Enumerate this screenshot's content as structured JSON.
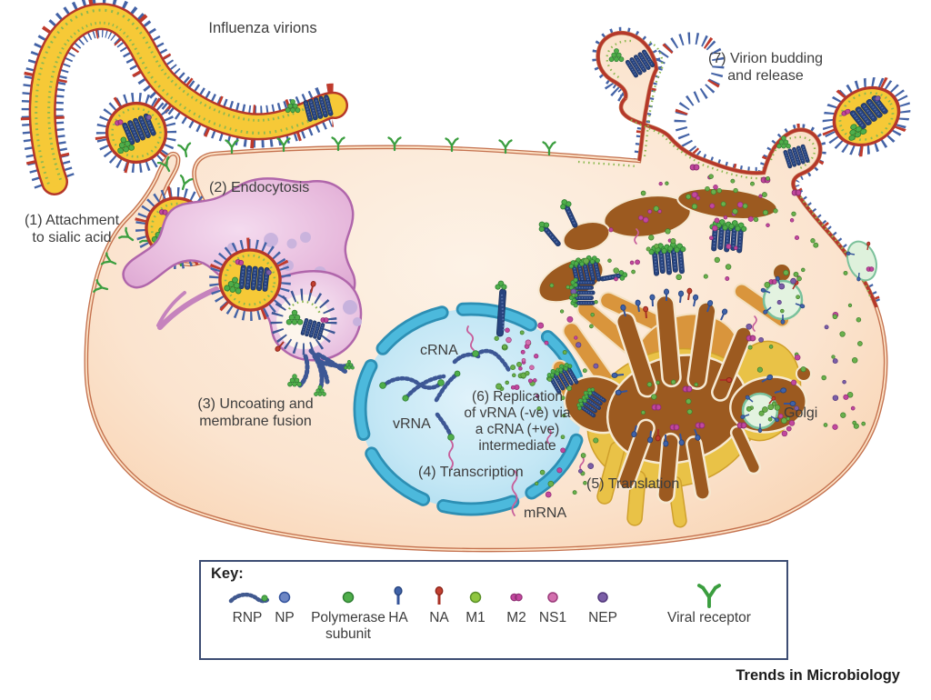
{
  "figure": {
    "labels": {
      "influenza_virions": "Influenza virions",
      "attachment": "(1) Attachment\nto sialic acid",
      "endocytosis": "(2) Endocytosis",
      "uncoating": "(3) Uncoating and\nmembrane fusion",
      "transcription": "(4) Transcription",
      "translation": "(5) Translation",
      "replication": "(6) Replication\nof vRNA (-ve) via\na cRNA (+ve)\nintermediate",
      "budding": "(7) Virion budding\nand release",
      "crna": "cRNA",
      "vrna": "vRNA",
      "mrna": "mRNA",
      "golgi": "Golgi"
    },
    "key": {
      "title": "Key:",
      "items": [
        {
          "name": "RNP",
          "label": "RNP"
        },
        {
          "name": "NP",
          "label": "NP"
        },
        {
          "name": "Polymerase subunit",
          "label": "Polymerase\nsubunit"
        },
        {
          "name": "HA",
          "label": "HA"
        },
        {
          "name": "NA",
          "label": "NA"
        },
        {
          "name": "M1",
          "label": "M1"
        },
        {
          "name": "M2",
          "label": "M2"
        },
        {
          "name": "NS1",
          "label": "NS1"
        },
        {
          "name": "NEP",
          "label": "NEP"
        },
        {
          "name": "Viral receptor",
          "label": "Viral receptor"
        }
      ]
    },
    "journal": "Trends in Microbiology",
    "colors": {
      "cell_membrane": "#c4714e",
      "cell_interior": "#fbe3cd",
      "virion_envelope": "#b5372a",
      "virion_interior": "#f6c937",
      "ha_spike": "#4463a6",
      "na_spike": "#bf3a2c",
      "m1_layer": "#8cb84f",
      "rnp": "#27437e",
      "polymerase": "#4fae4a",
      "nucleus_envelope": "#4cb9dc",
      "endosome": "#d9a3d2",
      "golgi_dark": "#9c5a20",
      "golgi_light": "#dc9a42",
      "golgi_gold": "#e9c247",
      "m2": "#c2479e",
      "ns1": "#d36fae",
      "nep": "#7b5ea7",
      "viral_receptor": "#3b9e3f",
      "key_border": "#3d4d73",
      "text": "#3d3d3d"
    }
  }
}
